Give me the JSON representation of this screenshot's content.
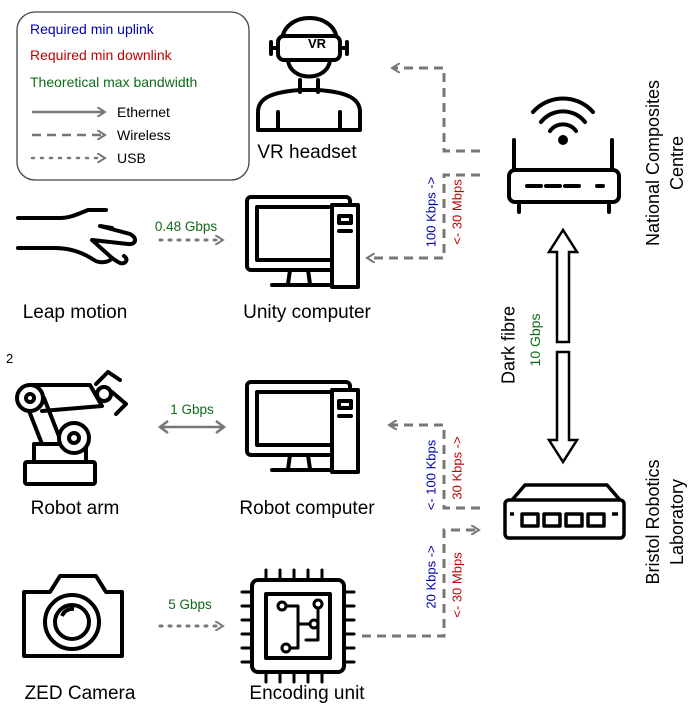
{
  "legend": {
    "uplink": "Required min uplink",
    "downlink": "Required min downlink",
    "bandwidth": "Theoretical max bandwidth",
    "ethernet": "Ethernet",
    "wireless": "Wireless",
    "usb": "USB"
  },
  "devices": {
    "vr_headset": "VR headset",
    "leap_motion": "Leap motion",
    "unity_computer": "Unity computer",
    "robot_arm": "Robot arm",
    "robot_computer": "Robot computer",
    "zed_camera": "ZED Camera",
    "encoding_unit": "Encoding unit",
    "vr_badge": "VR"
  },
  "sites": {
    "ncc": "National Composites\nCentre",
    "brl": "Bristol Robotics\nLaboratory",
    "dark_fibre": "Dark fibre"
  },
  "links": {
    "leap_usb": "0.48 Gbps",
    "robot_eth": "1 Gbps",
    "zed_usb": "5 Gbps",
    "fibre": "10 Gbps",
    "ncc_up": "100 Kbps ->",
    "ncc_down": "<- 30 Mbps",
    "rc_up": "<- 100 Kbps",
    "rc_down": "30 Kbps ->",
    "enc_up": "20 Kbps ->",
    "enc_down": "<- 30 Mbps"
  },
  "misc": {
    "stray_number": "2"
  }
}
